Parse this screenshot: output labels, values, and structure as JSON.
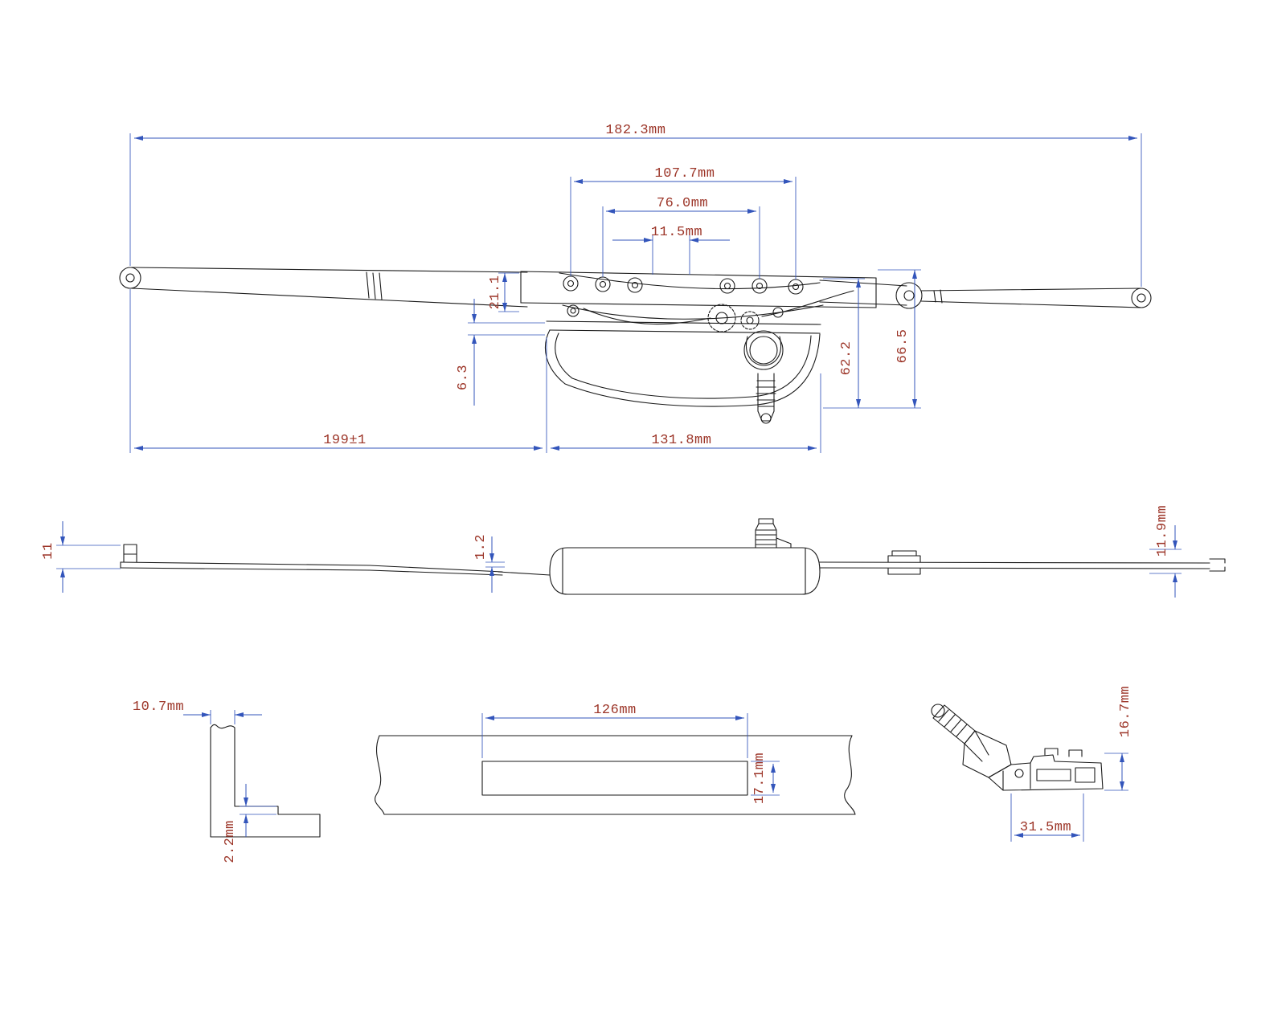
{
  "colors": {
    "background": "#ffffff",
    "outline": "#1a1a1a",
    "dimension_line": "#3355bb",
    "dimension_text": "#9c3528"
  },
  "top_view": {
    "overall_width": "182.3mm",
    "hole_span_outer": "107.7mm",
    "hole_span_mid": "76.0mm",
    "hole_span_inner": "11.5mm",
    "track_offset": "21.1",
    "cover_gap": "6.3",
    "body_depth": "62.2",
    "overall_depth": "66.5",
    "left_arm_span": "199±1",
    "cover_length": "131.8mm"
  },
  "side_view": {
    "clip_height": "11",
    "plate_thickness": "1.2",
    "overall_height": "11.9mm"
  },
  "section_detail": {
    "flange_width": "10.7mm",
    "step_thickness": "2.2mm"
  },
  "slot_detail": {
    "slot_length": "126mm",
    "slot_width": "17.1mm"
  },
  "gearbox_detail": {
    "height": "16.7mm",
    "base_width": "31.5mm"
  }
}
